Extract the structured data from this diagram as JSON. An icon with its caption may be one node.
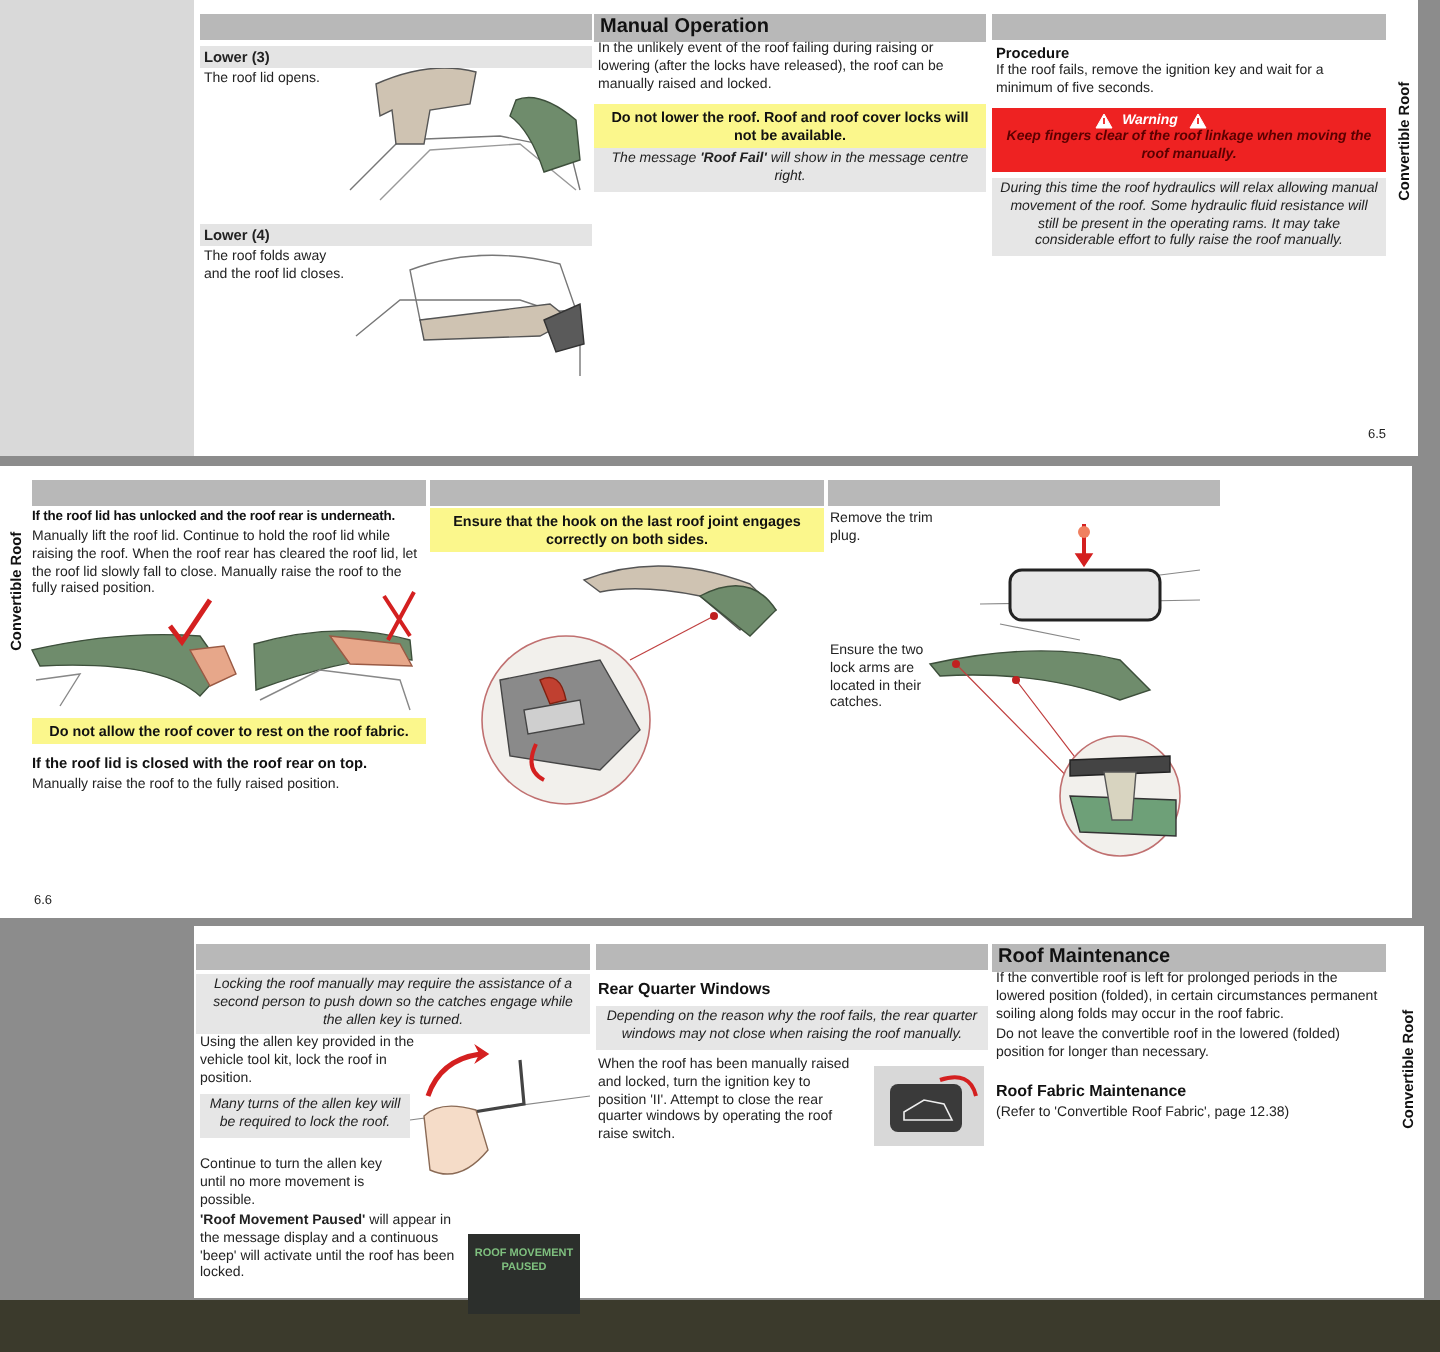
{
  "diagram": {
    "labels": [
      "Lower (3)",
      "The roof lid opens.",
      "Lower (4)",
      "The roof folds away and the roof lid closes.",
      "Manual Operation",
      "In the unlikely event of the roof failing during raising or lowering (after the locks have released), the roof can be manually raised and locked.",
      "Do not lower the roof. Roof and roof cover locks will not be available.",
      "The message **'Roof Fail'** will show in the message centre right.",
      "Procedure",
      "If the roof fails, remove the ignition key and wait for a minimum of five seconds.",
      "Warning",
      "Keep fingers clear of the roof linkage when moving the roof manually.",
      "During this time the roof hydraulics will relax allowing manual movement of the roof. Some hydraulic fluid resistance will still be present in the operating rams. It may take considerable effort to fully raise the roof manually.",
      "Convertible Roof",
      "6.5",
      "Convertible Roof",
      "If the roof lid has unlocked and the roof rear is underneath.",
      "Manually lift the roof lid. Continue to hold the roof lid while raising the roof. When the roof rear has cleared the roof lid, let the roof lid slowly fall to close. Manually raise the roof to the fully raised position.",
      "Do not allow the roof cover to rest on the roof fabric.",
      "If the roof lid is closed with the roof rear on top.",
      "Manually raise the roof to the fully raised position.",
      "6.6",
      "Ensure that the hook on the last roof joint engages correctly on both sides.",
      "Remove the trim plug.",
      "Ensure the two lock arms are located in their catches.",
      "Locking the roof manually may require the assistance of a second person to push down so the catches engage while the allen key is turned.",
      "Using the allen key provided in the vehicle tool kit, lock the roof in position.",
      "Many turns of the allen key will be required to lock the roof.",
      "Continue to turn the allen key until no more movement is possible.",
      "**'Roof Movement Paused'** will appear in the message display and a continuous 'beep' will activate until the roof has been locked.",
      "ROOF MOVEMENT PAUSED",
      "Rear Quarter Windows",
      "Depending on the reason why the roof fails, the rear quarter windows may not close when raising the roof manually.",
      "When the roof has been manually raised and locked, turn the ignition key to position 'II'. Attempt to close the rear quarter windows by operating the roof raise switch.",
      "Roof Maintenance",
      "If the convertible roof is left for prolonged periods in the lowered position (folded), in certain circumstances permanent soiling along folds may occur in the roof fabric.",
      "Do not leave the convertible roof in the lowered (folded) position for longer than necessary.",
      "Roof Fabric Maintenance",
      "(Refer to 'Convertible Roof Fabric', page 12.38)",
      "Convertible Roof"
    ]
  }
}
